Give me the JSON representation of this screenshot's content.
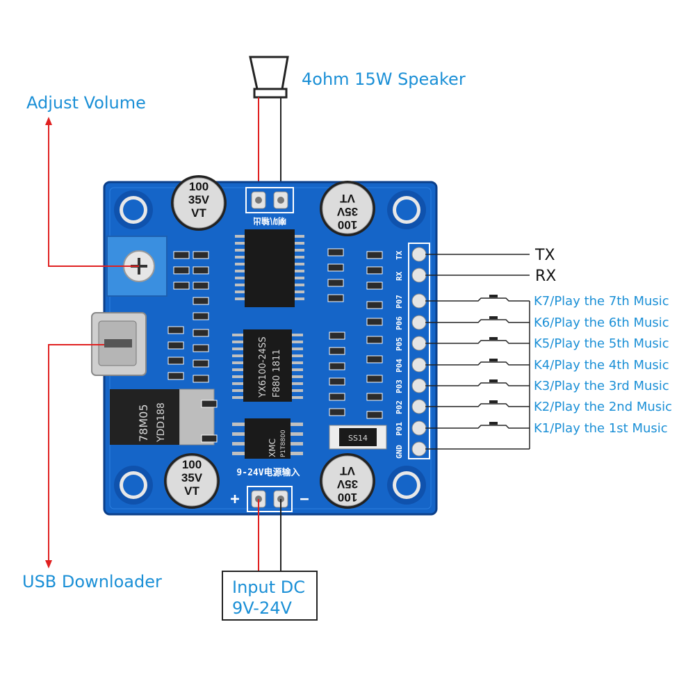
{
  "labels": {
    "speaker": "4ohm 15W Speaker",
    "adjust_volume": "Adjust Volume",
    "usb_downloader": "USB Downloader",
    "tx": "TX",
    "rx": "RX",
    "k7": "K7/Play the 7th Music",
    "k6": "K6/Play the 6th Music",
    "k5": "K5/Play the 5th Music",
    "k4": "K4/Play the 4th Music",
    "k3": "K3/Play the 3rd Music",
    "k2": "K2/Play the 2nd Music",
    "k1": "K1/Play the 1st Music",
    "input_dc_line1": "Input DC",
    "input_dc_line2": "9V-24V"
  },
  "board": {
    "power_label": "9-24V电源输入",
    "speaker_label": "喇叭输出",
    "plus": "+",
    "minus": "−",
    "pins": [
      "TX",
      "RX",
      "P07",
      "P06",
      "P05",
      "P04",
      "P03",
      "P02",
      "P01",
      "GND"
    ],
    "cap_value": "100",
    "cap_voltage": "35V",
    "cap_brand": "VT",
    "chip_main_line1": "YX6100-24SS",
    "chip_main_line2": "F880  1811",
    "chip_flash_line1": "XMC",
    "chip_flash_line2": "P1T8800",
    "regulator_line1": "78M05",
    "regulator_line2": "YDD188",
    "diode": "SS14"
  },
  "colors": {
    "label": "#1a8fd6",
    "board": "#1565c8",
    "wire_red": "#e02020",
    "wire_dark": "#222222"
  }
}
